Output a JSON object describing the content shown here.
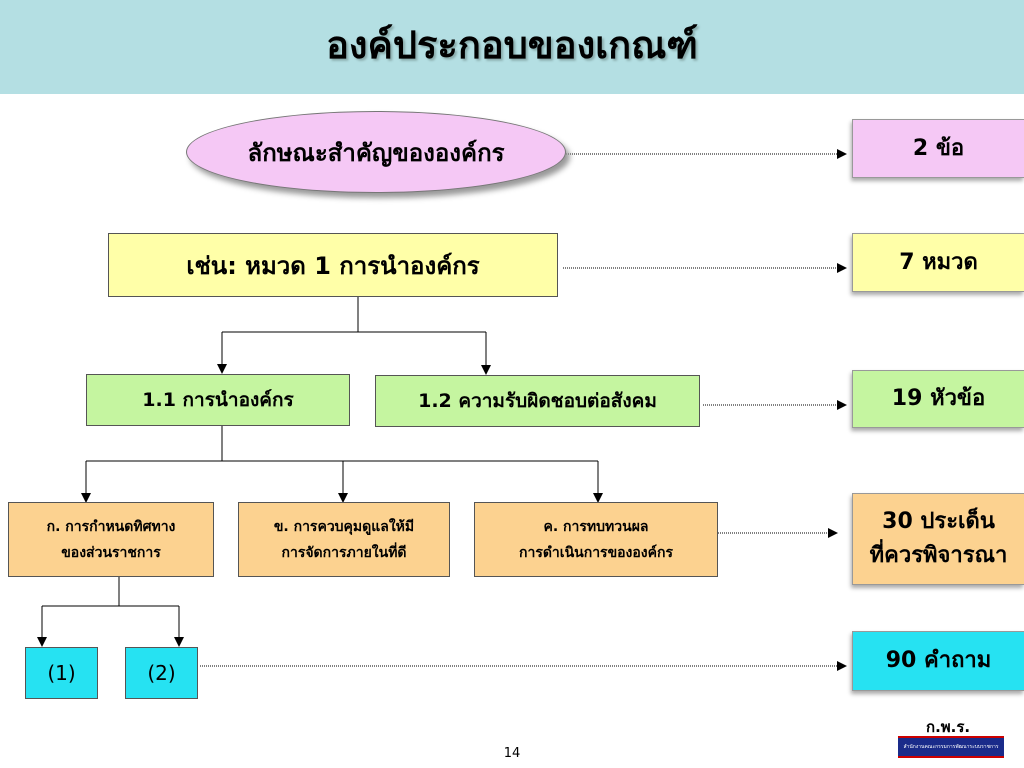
{
  "title": "องค์ประกอบของเกณฑ์",
  "org_profile": "ลักษณะสำคัญขององค์กร",
  "category_example": "เช่น: หมวด 1 การนำองค์กร",
  "items": {
    "i11": "1.1 การนำองค์กร",
    "i12": "1.2 ความรับผิดชอบต่อสังคม"
  },
  "areas": {
    "a_line1": "ก. การกำหนดทิศทาง",
    "a_line2": "ของส่วนราชการ",
    "b_line1": "ข. การควบคุมดูแลให้มี",
    "b_line2": "การจัดการภายในที่ดี",
    "c_line1": "ค. การทบทวนผล",
    "c_line2": "การดำเนินการขององค์กร"
  },
  "questions": {
    "q1": "(1)",
    "q2": "(2)"
  },
  "counts": {
    "c1": "2 ข้อ",
    "c2": "7 หมวด",
    "c3": "19 หัวข้อ",
    "c4_line1": "30 ประเด็น",
    "c4_line2": "ที่ควรพิจารณา",
    "c5": "90 คำถาม"
  },
  "logo": {
    "abbr": "ก.พ.ร.",
    "name": "สำนักงานคณะกรรมการพัฒนาระบบราชการ"
  },
  "page_number": "14",
  "colors": {
    "header": "#b4dfe3",
    "org_profile": "#f5c8f5",
    "category": "#ffffa8",
    "item": "#c5f5a0",
    "area": "#fcd290",
    "question": "#26e2f2"
  }
}
